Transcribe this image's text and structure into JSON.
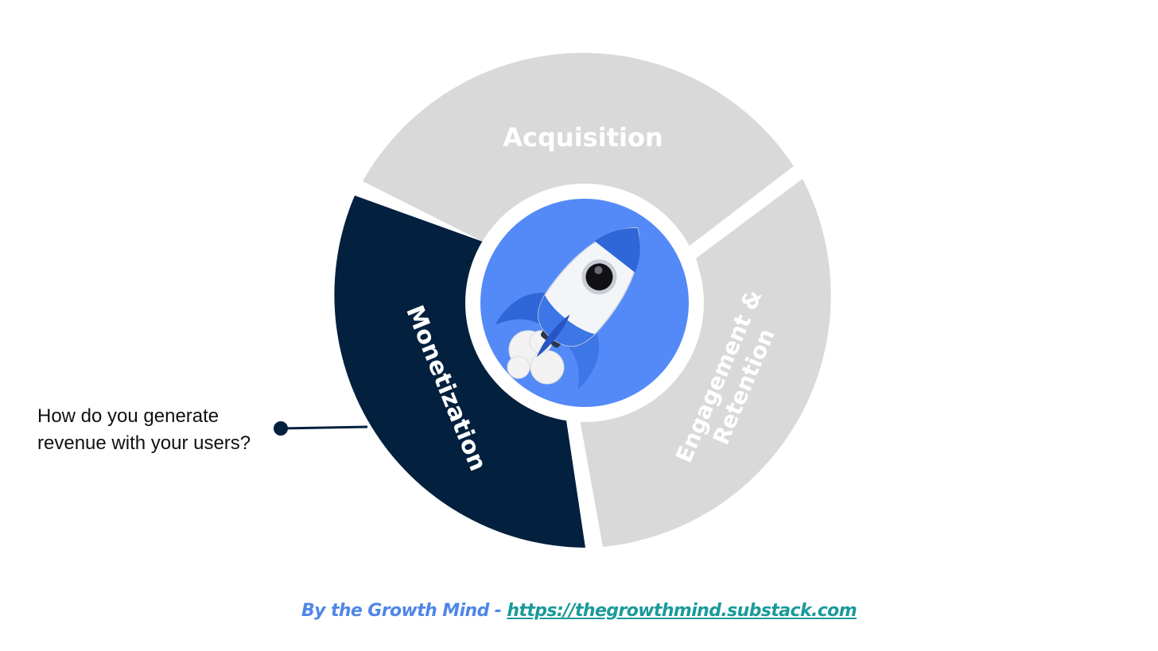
{
  "segments": [
    {
      "id": "acquisition",
      "label": "Acquisition",
      "color": "#d9d9d9",
      "active": false
    },
    {
      "id": "engagement",
      "label_lines": [
        "Engagement &",
        "Retention"
      ],
      "color": "#d9d9d9",
      "active": false
    },
    {
      "id": "monetization",
      "label": "Monetization",
      "color": "#03203f",
      "active": true
    }
  ],
  "center": {
    "color": "#548af7",
    "icon": "rocket-icon"
  },
  "callout": {
    "lines": [
      "How do you generate",
      "revenue with your users?"
    ],
    "connector_color": "#03203f"
  },
  "footer": {
    "prefix": "By the Growth Mind - ",
    "link": "https://thegrowthmind.substack.com"
  }
}
